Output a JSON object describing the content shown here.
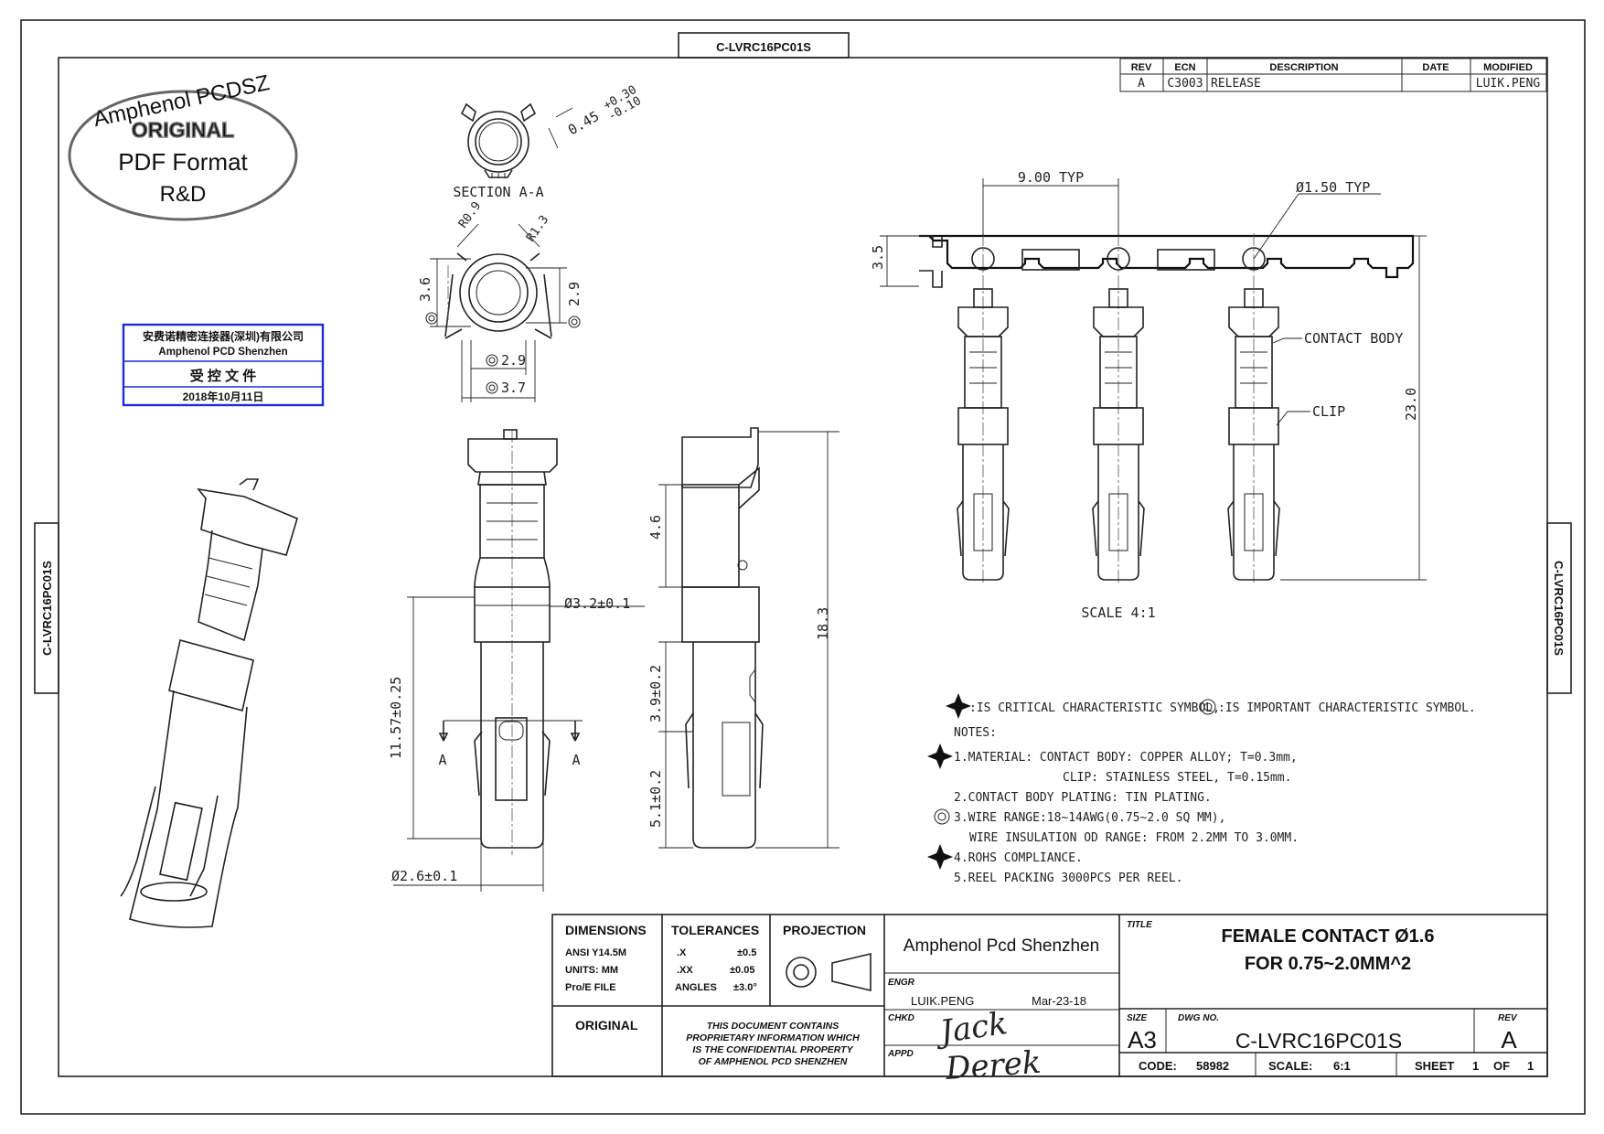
{
  "drawing_number": "C-LVRC16PC01S",
  "stamp": {
    "line1": "Amphenol PCDSZ",
    "line2": "ORIGINAL",
    "line3": "PDF Format",
    "line4": "R&D"
  },
  "control_stamp": {
    "company_cn": "安费诺精密连接器(深圳)有限公司",
    "company_en": "Amphenol PCD Shenzhen",
    "label": "受 控 文 件",
    "date": "2018年10月11日"
  },
  "revision_table": {
    "headers": [
      "REV",
      "ECN",
      "DESCRIPTION",
      "DATE",
      "MODIFIED"
    ],
    "rows": [
      [
        "A",
        "C3003",
        "RELEASE",
        "",
        "LUIK.PENG"
      ]
    ]
  },
  "views": {
    "section_label": "SECTION A-A",
    "section_dim": "0.45",
    "section_tol_upper": "+0.30",
    "section_tol_lower": "-0.10",
    "radius_left": "R0.9",
    "radius_right": "R1.3",
    "dim_3_6": "3.6",
    "dim_2_9_side": "2.9",
    "dim_2_9_bottom": "2.9",
    "dim_3_7": "3.7",
    "dim_dia_3_2": "Ø3.2±0.1",
    "dim_11_57": "11.57±0.25",
    "dim_dia_2_6": "Ø2.6±0.1",
    "section_mark": "A",
    "dim_4_6": "4.6",
    "dim_3_9": "3.9±0.2",
    "dim_5_1": "5.1±0.2",
    "dim_18_3": "18.3",
    "dim_9_00": "9.00 TYP",
    "dim_dia_1_50": "Ø1.50 TYP",
    "dim_3_5": "3.5",
    "dim_23_0": "23.0",
    "label_contact_body": "CONTACT BODY",
    "label_clip": "CLIP",
    "scale_label": "SCALE 4:1"
  },
  "notes": {
    "critical_legend_a": ":IS CRITICAL CHARACTERISTIC SYMBOL,",
    "critical_legend_b": ":IS IMPORTANT CHARACTERISTIC SYMBOL.",
    "heading": "NOTES:",
    "n1a": "1.MATERIAL: CONTACT BODY: COPPER ALLOY; T=0.3mm,",
    "n1b": "CLIP: STAINLESS STEEL, T=0.15mm.",
    "n2": "2.CONTACT BODY PLATING:  TIN PLATING.",
    "n3a": "3.WIRE RANGE:18~14AWG(0.75~2.0 SQ MM),",
    "n3b": "WIRE INSULATION OD RANGE: FROM 2.2MM TO 3.0MM.",
    "n4": "4.ROHS COMPLIANCE.",
    "n5": "5.REEL PACKING 3000PCS PER REEL."
  },
  "title_block": {
    "dimensions_head": "DIMENSIONS",
    "dim_line1": "ANSI  Y14.5M",
    "dim_line2": "UNITS:  MM",
    "dim_line3": "Pro/E  FILE",
    "tolerances_head": "TOLERANCES",
    "tol_x": ".X",
    "tol_x_val": "±0.5",
    "tol_xx": ".XX",
    "tol_xx_val": "±0.05",
    "tol_ang": "ANGLES",
    "tol_ang_val": "±3.0°",
    "projection_head": "PROJECTION",
    "original": "ORIGINAL",
    "prop1": "THIS  DOCUMENT  CONTAINS",
    "prop2": "PROPRIETARY  INFORMATION  WHICH",
    "prop3": "IS  THE  CONFIDENTIAL  PROPERTY",
    "prop4": "OF  AMPHENOL  PCD  SHENZHEN",
    "company": "Amphenol Pcd Shenzhen",
    "engr_label": "ENGR",
    "engr_name": "LUIK.PENG",
    "engr_date": "Mar-23-18",
    "chkd_label": "CHKD",
    "appd_label": "APPD",
    "sig_chkd": "Jack",
    "sig_appd": "Derek",
    "title_label": "TITLE",
    "title_line1": "FEMALE  CONTACT  Ø1.6",
    "title_line2": "FOR  0.75~2.0MM^2",
    "size_label": "SIZE",
    "size_value": "A3",
    "dwg_label": "DWG  NO.",
    "rev_label": "REV",
    "rev_value": "A",
    "code_label": "CODE:",
    "code_value": "58982",
    "scale_label": "SCALE:",
    "scale_value": "6:1",
    "sheet_label": "SHEET",
    "sheet_value": "1",
    "of_label": "OF",
    "of_value": "1"
  }
}
